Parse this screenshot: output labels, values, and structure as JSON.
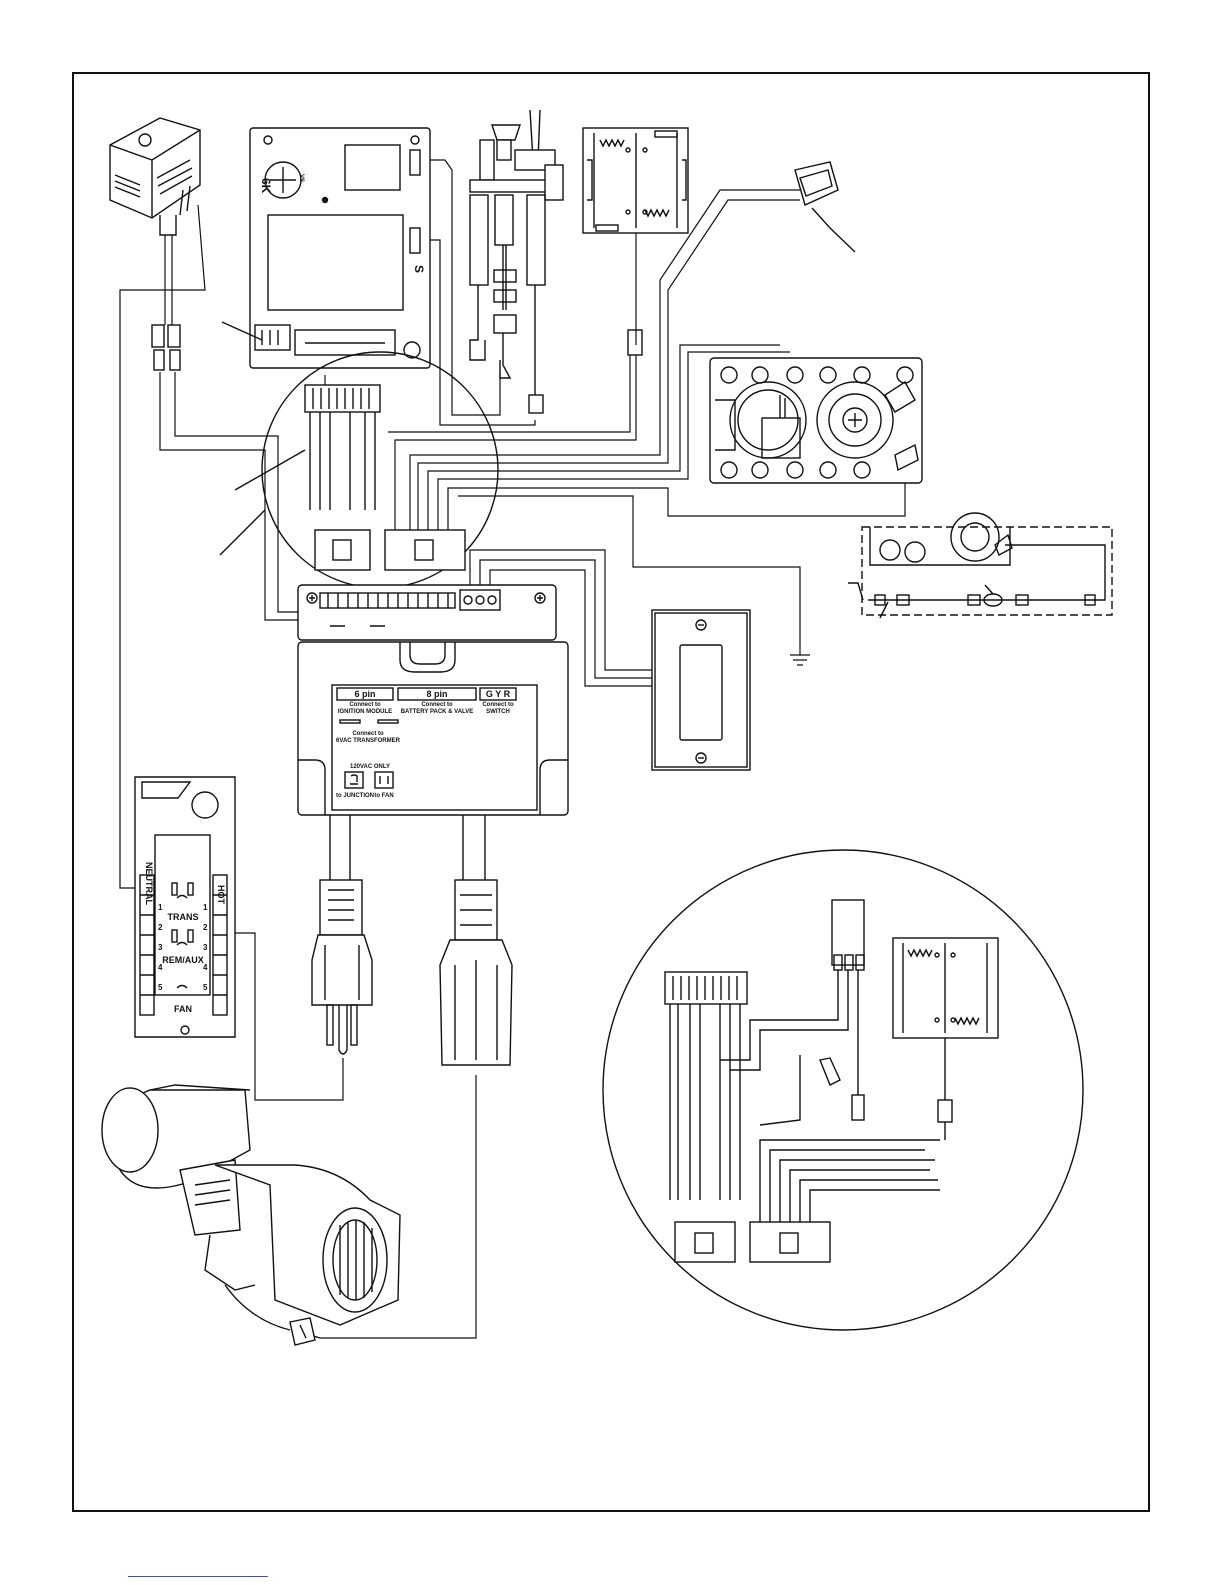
{
  "junction_box": {
    "hdr_6pin": "6 pin",
    "hdr_8pin": "8 pin",
    "hdr_gyr": "G Y R",
    "ignition_connect": "Connect to",
    "ignition_label": "IGNITION MODULE",
    "battery_connect": "Connect to",
    "battery_label": "BATTERY PACK & VALVE",
    "switch_connect": "Connect to",
    "switch_label": "SWITCH",
    "transformer_connect": "Connect to",
    "transformer_label": "6VAC TRANSFORMER",
    "outlet_heading": "120VAC ONLY",
    "to_junction": "to JUNCTION",
    "to_fan": "to FAN"
  },
  "module": {
    "label_6k": "6K",
    "label_s": "S",
    "label_vs": "VS"
  },
  "outlet_strip": {
    "neutral": "NEUTRAL",
    "hot": "HOT",
    "trans": "TRANS",
    "rem_aux": "REM/AUX",
    "fan": "FAN",
    "terminals_left": [
      "1",
      "2",
      "3",
      "4",
      "5"
    ],
    "terminals_right": [
      "1",
      "2",
      "3",
      "4",
      "5"
    ]
  }
}
